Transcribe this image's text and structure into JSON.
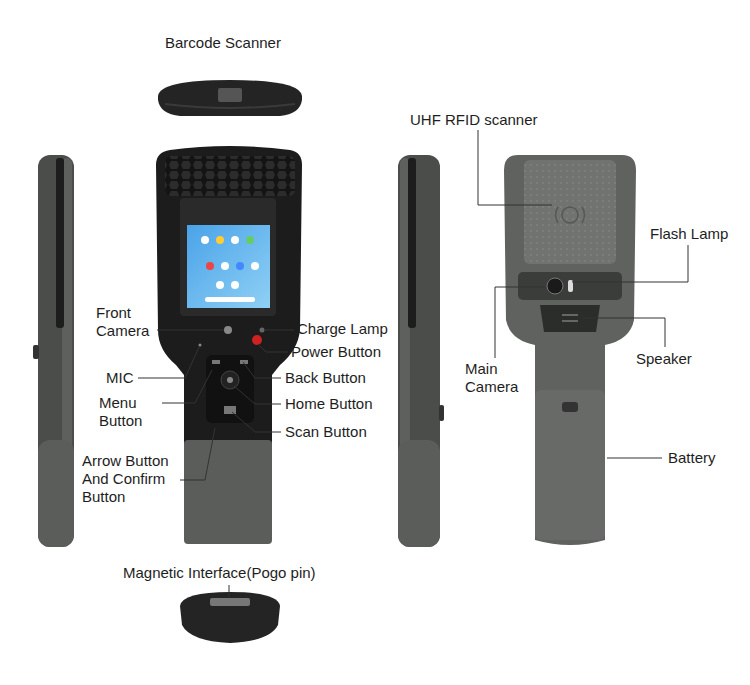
{
  "diagram": {
    "labels": [
      "Barcode Scanner",
      "UHF RFID scanner",
      "Flash Lamp",
      "Front Camera",
      "Charge Lamp",
      "Power Button",
      "MIC",
      "Back Button",
      "Menu Button",
      "Home Button",
      "Scan Button",
      "Arrow Button And Confirm Button",
      "Main Camera",
      "Speaker",
      "Battery",
      "Magnetic Interface(Pogo pin)"
    ]
  }
}
